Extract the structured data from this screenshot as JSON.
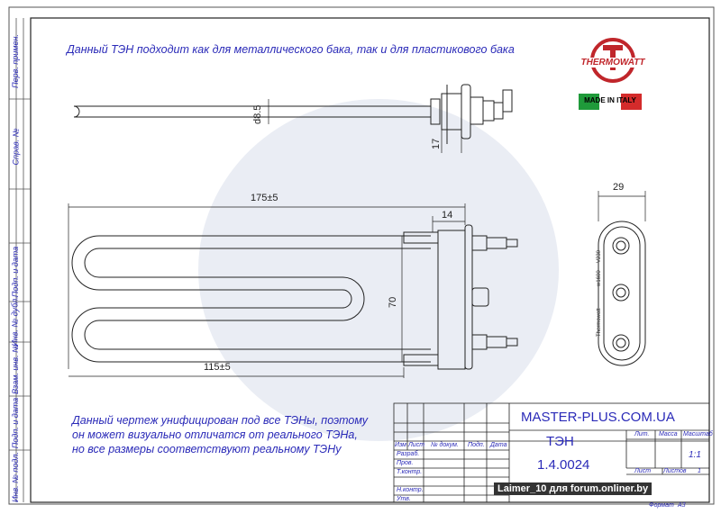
{
  "top_note": "Данный ТЭН подходит как для металлического бака, так и для пластикового бака",
  "logo": {
    "brand": "THERMOWATT",
    "made_in": "MADE IN ITALY",
    "flag_colors": [
      "#1f9a3a",
      "#ffffff",
      "#d42b2b"
    ]
  },
  "dimensions": {
    "d": "d8.5",
    "h17": "17",
    "len_total": "175±5",
    "w14": "14",
    "h70": "70",
    "len_inner": "115±5",
    "w29": "29"
  },
  "flange_marks": [
    "w1600",
    "V230",
    "Thermowatt"
  ],
  "bottom_note": [
    "Данный чертеж унифицирован под все ТЭНы, поэтому",
    "он может визуально отличатся от реального ТЭНа,",
    "но все размеры соответствуют реальному ТЭНу"
  ],
  "side_labels": [
    "Перв. примен.",
    "Справ. №",
    "Подп. и дата",
    "Инв. № дубл.",
    "Взам. инв. №",
    "Подп. и дата",
    "Инв. № подл."
  ],
  "title_block": {
    "site": "MASTER-PLUS.COM.UA",
    "name": "ТЭН",
    "code": "1.4.0024",
    "headers": [
      "Изм",
      "Лист",
      "№ докум.",
      "Подп.",
      "Дата"
    ],
    "roles": [
      "Разраб.",
      "Пров.",
      "Т.контр.",
      "Н.контр.",
      "Утв."
    ],
    "lit": "Лит.",
    "mass": "Масса",
    "scale_label": "Масштаб",
    "scale": "1:1",
    "sheet": "Лист",
    "sheets": "Листов",
    "sheets_count": "1",
    "format_label": "Формат",
    "format": "А3"
  },
  "watermark": "Laimer_10 для forum.onliner.by"
}
